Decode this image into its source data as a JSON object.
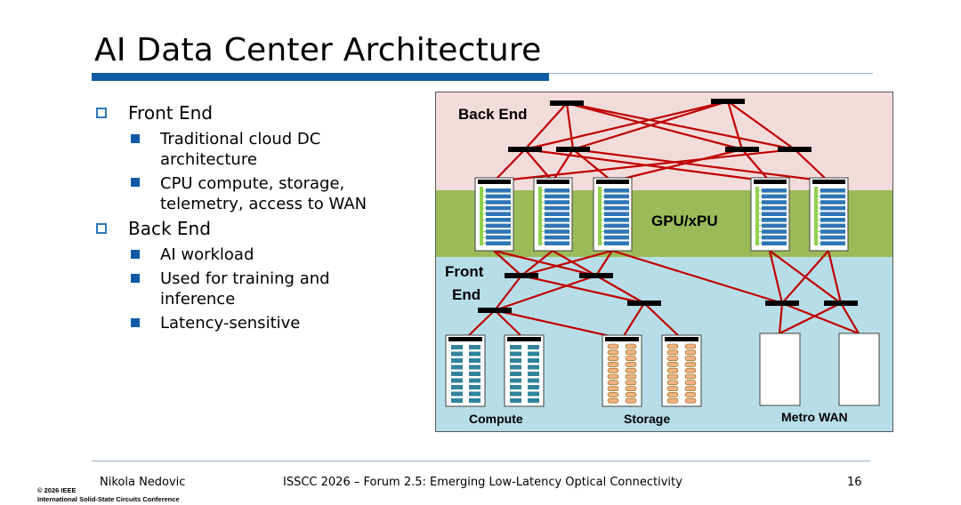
{
  "slide": {
    "title": "AI Data Center Architecture",
    "accent_color": "#0e5aa6",
    "line_color": "#9fb4cc"
  },
  "bullets": [
    {
      "label": "Front End",
      "subitems": [
        "Traditional cloud DC\narchitecture",
        "CPU compute, storage,\ntelemetry, access to WAN"
      ]
    },
    {
      "label": "Back End",
      "subitems": [
        "AI workload",
        "Used for training and\ninference",
        "Latency-sensitive"
      ]
    }
  ],
  "diagram": {
    "back_end_label": "Back End",
    "gpu_label": "GPU/xPU",
    "front_end_label": "Front\nEnd",
    "compute_label": "Compute",
    "storage_label": "Storage",
    "metro_wan_label": "Metro WAN",
    "colors": {
      "back_end_bg": "#f2dcdb",
      "gpu_bg": "#9bbb59",
      "front_end_bg": "#b7dee8",
      "link": "#c00000",
      "switch": "#000000",
      "rack_bar": "#2e75b6",
      "green_accent": "#92d050",
      "disk": "#f4b183"
    }
  },
  "footer": {
    "author": "Nikola Nedovic",
    "event": "ISSCC 2026 – Forum 2.5: Emerging Low-Latency Optical Connectivity",
    "page": "16",
    "copyright": "© 2026 IEEE",
    "conference": "International Solid-State Circuits Conference"
  }
}
